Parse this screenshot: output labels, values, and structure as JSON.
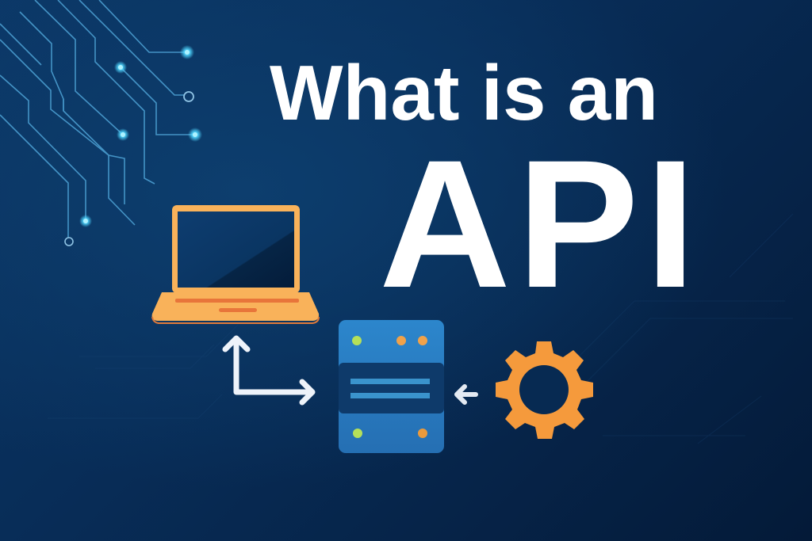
{
  "headline": {
    "line1": "What is an",
    "line2": "API"
  },
  "illustration": {
    "icons": [
      {
        "name": "laptop-icon",
        "role": "client"
      },
      {
        "name": "server-icon",
        "role": "api-server"
      },
      {
        "name": "gear-icon",
        "role": "backend-service"
      },
      {
        "name": "elbow-arrow-icon",
        "role": "request-response"
      },
      {
        "name": "arrow-left-icon",
        "role": "data-flow"
      }
    ],
    "decoration": "circuit-traces"
  },
  "colors": {
    "background_dark": "#041a38",
    "background_mid": "#082d58",
    "background_light": "#0d3e6e",
    "headline_text": "#ffffff",
    "laptop_body": "#f9b25a",
    "laptop_accent": "#e8753a",
    "laptop_screen": "#0a3461",
    "server_body": "#2a7cc2",
    "server_middle": "#0e3a6a",
    "server_bars": "#3a93cc",
    "led_green": "#b4e05a",
    "led_orange": "#f0a24a",
    "gear": "#f59a3c",
    "arrow": "#eef3fa",
    "circuit_line": "#4ea3d6",
    "circuit_glow": "#4fd6ff"
  }
}
